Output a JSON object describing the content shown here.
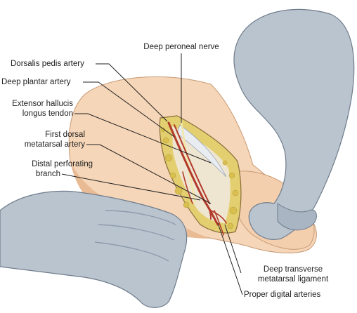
{
  "labels": {
    "deep_peroneal_nerve": "Deep peroneal nerve",
    "dorsalis_pedis_artery": "Dorsalis pedis artery",
    "deep_plantar_artery": "Deep plantar artery",
    "extensor_hallucis_1": "Extensor hallucis",
    "extensor_hallucis_2": "longus tendon",
    "first_dorsal_1": "First dorsal",
    "first_dorsal_2": "metatarsal artery",
    "distal_perforating_1": "Distal perforating",
    "distal_perforating_2": "branch",
    "deep_transverse_1": "Deep transverse",
    "deep_transverse_2": "metatarsal ligament",
    "proper_digital_arteries": "Proper digital arteries"
  },
  "colors": {
    "glove": "#b9c4cf",
    "glove_shadow": "#8e9bab",
    "skin": "#f6d6b8",
    "skin_shadow": "#e8bb95",
    "fat": "#e3cf6f",
    "tissue": "#d9c9a8",
    "artery": "#b23a2a",
    "tendon": "#e9edf2",
    "line": "#222222"
  }
}
